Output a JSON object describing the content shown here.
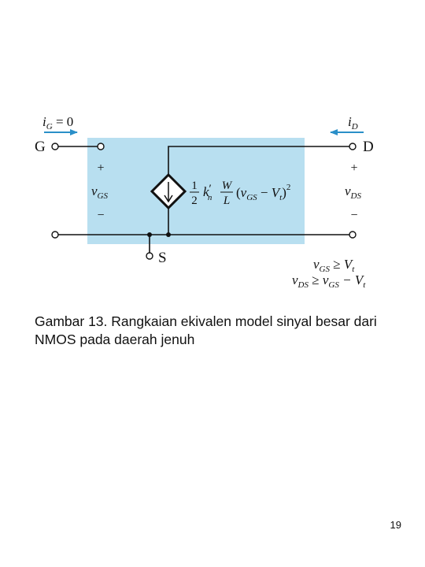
{
  "figure": {
    "colors": {
      "shaded_region": "#b8dff0",
      "arrow": "#2a8fc8",
      "wire": "#111111"
    },
    "terminals": {
      "gate": "G",
      "drain": "D",
      "source": "S"
    },
    "gate_current": {
      "symbol": "i",
      "subscript": "G",
      "rest": " = 0"
    },
    "drain_current": {
      "symbol": "i",
      "subscript": "D"
    },
    "vgs": {
      "plus": "+",
      "symbol": "v",
      "subscript": "GS",
      "minus": "−"
    },
    "vds": {
      "plus": "+",
      "symbol": "v",
      "subscript": "DS",
      "minus": "−"
    },
    "source_equation": {
      "fraction_numerator": "1",
      "fraction_denominator": "2",
      "k": "k",
      "k_subscript": "n",
      "k_prime": "′",
      "w": "W",
      "l": "L",
      "open": "(",
      "v": "v",
      "v_subscript": "GS",
      "minus": " − ",
      "vt": "V",
      "vt_subscript": "t",
      "close": ")",
      "exponent": "2"
    },
    "conditions": [
      {
        "lhs": "v",
        "lhs_sub": "GS",
        "op": " ≥ ",
        "rhs": "V",
        "rhs_sub": "t",
        "tail": "",
        "tail_sub": ""
      },
      {
        "lhs": "v",
        "lhs_sub": "DS",
        "op": " ≥ ",
        "rhs": "v",
        "rhs_sub": "GS",
        "tail": " − V",
        "tail_sub": "t"
      }
    ]
  },
  "caption": "Gambar 13. Rangkaian ekivalen model sinyal besar dari NMOS pada daerah jenuh",
  "page_number": "19"
}
